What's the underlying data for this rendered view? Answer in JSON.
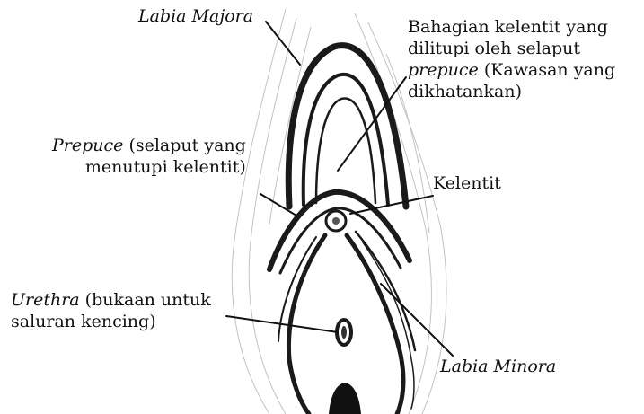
{
  "labels": {
    "labia_majora": "Labia Majora",
    "hood_region": {
      "line1": "Bahagian kelentit yang",
      "line2": "dilitupi oleh selaput",
      "line3_italic": "prepuce",
      "line3_rest": " (Kawasan yang",
      "line4": "dikhatankan)"
    },
    "prepuce": {
      "italic": "Prepuce",
      "rest": " (selaput yang",
      "line2": "menutupi kelentit)"
    },
    "kelentit": "Kelentit",
    "urethra": {
      "italic": "Urethra",
      "rest": " (bukaan untuk",
      "line2": "saluran kencing)"
    },
    "labia_minora": "Labia Minora"
  },
  "colors": {
    "ink": "#111111",
    "stroke": "#1a1a1a",
    "shade": "#9a9a9a",
    "background": "#ffffff"
  }
}
